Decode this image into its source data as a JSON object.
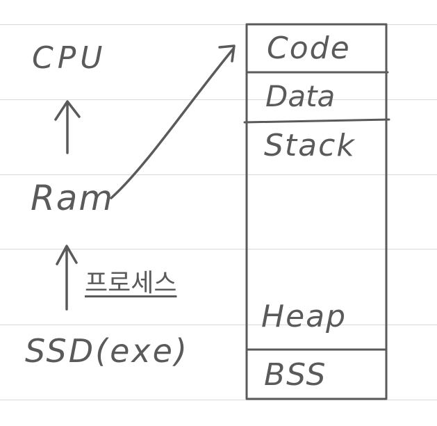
{
  "left_column": {
    "cpu": "CPU",
    "ram": "Ram",
    "process_label": "프로세스",
    "ssd": "SSD(exe)"
  },
  "memory_layout": {
    "segments": [
      "Code",
      "Data",
      "Stack",
      "Heap",
      "BSS"
    ]
  },
  "colors": {
    "ink": "#5a5a5a",
    "rule_lines": "#d9d9d9",
    "background": "#ffffff"
  }
}
